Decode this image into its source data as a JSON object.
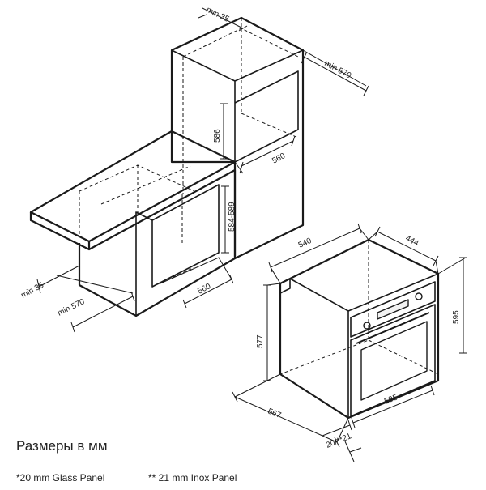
{
  "diagram": {
    "cabinet": {
      "dims": {
        "top_gap": "min 35",
        "top_depth": "min 570",
        "upper_height": "586",
        "upper_width": "560",
        "lower_height": "584-589",
        "lower_width": "560",
        "side_gap": "min 35",
        "lower_depth": "min 570"
      }
    },
    "oven": {
      "dims": {
        "body_depth": "540",
        "panel_depth": "444",
        "total_height": "595",
        "body_height": "577",
        "total_depth": "567",
        "front_width": "595",
        "panel_thickness": "20/**21"
      }
    }
  },
  "caption": "Размеры в мм",
  "notes": {
    "glass": "*20 mm Glass Panel",
    "inox": "** 21 mm Inox Panel"
  }
}
